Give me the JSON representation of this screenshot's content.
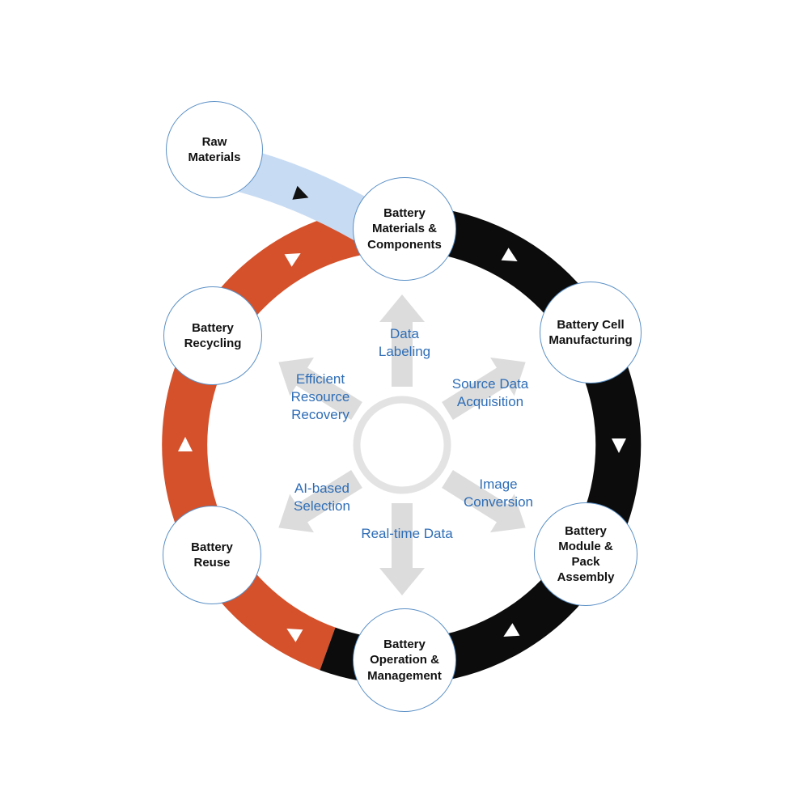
{
  "diagram": {
    "type": "circular-lifecycle",
    "description": "Battery life-cycle ring with AI data services hub"
  },
  "colors": {
    "ring-black": "#0c0c0c",
    "ring-orange": "#d4512b",
    "band-blue": "#c7dbf3",
    "node-border": "#5b90c6",
    "node-text": "#111111",
    "center-text": "#2e6db6",
    "arrow-gray": "#dcdcdc",
    "center-ring": "#e3e3e3",
    "flow-arrow-white": "#ffffff",
    "flow-arrow-black": "#111111"
  },
  "nodes": [
    {
      "id": "raw-materials",
      "label": "Raw\nMaterials"
    },
    {
      "id": "battery-materials-components",
      "label": "Battery\nMaterials &\nComponents"
    },
    {
      "id": "battery-cell-manufacturing",
      "label": "Battery Cell\nManufacturing"
    },
    {
      "id": "battery-module-pack-assembly",
      "label": "Battery\nModule &\nPack\nAssembly"
    },
    {
      "id": "battery-operation-management",
      "label": "Battery\nOperation &\nManagement"
    },
    {
      "id": "battery-reuse",
      "label": "Battery\nReuse"
    },
    {
      "id": "battery-recycling",
      "label": "Battery\nRecycling"
    }
  ],
  "center_labels": [
    {
      "id": "data-labeling",
      "label": "Data\nLabeling"
    },
    {
      "id": "source-data-acquisition",
      "label": "Source Data\nAcquisition"
    },
    {
      "id": "efficient-resource-recovery",
      "label": "Efficient\nResource\nRecovery"
    },
    {
      "id": "ai-based-selection",
      "label": "AI-based\nSelection"
    },
    {
      "id": "image-conversion",
      "label": "Image\nConversion"
    },
    {
      "id": "real-time-data",
      "label": "Real-time Data"
    }
  ]
}
